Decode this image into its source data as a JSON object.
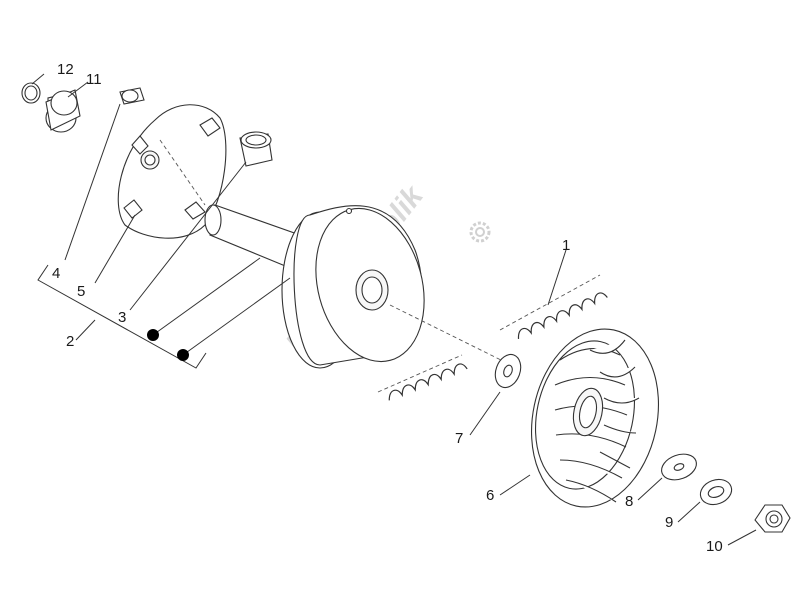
{
  "callouts": {
    "p1": "1",
    "p2": "2",
    "p3": "3",
    "p4": "4",
    "p5": "5",
    "p6": "6",
    "p7": "7",
    "p8": "8",
    "p9": "9",
    "p10": "10",
    "p11": "11",
    "p12": "12"
  },
  "watermark": {
    "text": "PartsRepublik",
    "icon": "gear-icon"
  },
  "colors": {
    "line": "#333333",
    "watermark": "#d9d9d9",
    "bullet": "#000000"
  }
}
